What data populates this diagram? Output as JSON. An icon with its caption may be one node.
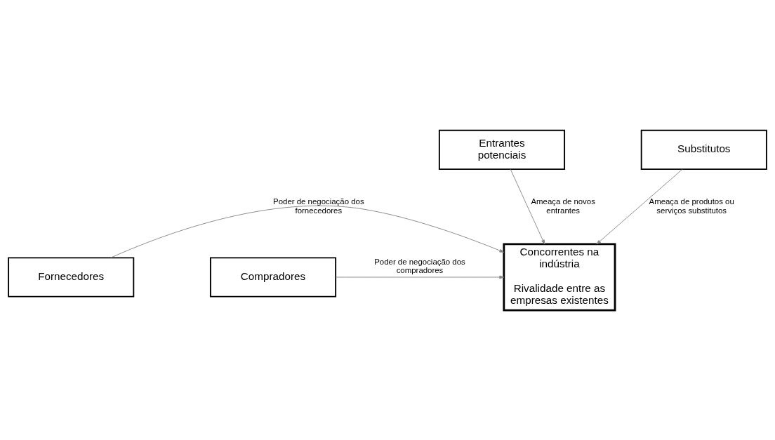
{
  "diagram": {
    "nodes": [
      {
        "text": [
          "Entrantes potenciais"
        ]
      },
      {
        "text": [
          "Concorrentes na indústria",
          "Rivalidade entre as empresas existentes"
        ]
      },
      {
        "text": [
          "Fornecedores"
        ]
      },
      {
        "text": [
          "Compradores"
        ]
      },
      {
        "text": [
          "Substitutos"
        ]
      }
    ],
    "edges": [
      {
        "from": 0,
        "to": 1,
        "arrow": "to",
        "label": "Ameaça de novos entrantes"
      },
      {
        "from": 2,
        "to": 1,
        "arrow": "to",
        "label": "Poder de negociação dos fornecedores"
      },
      {
        "from": 3,
        "to": 1,
        "arrow": "to",
        "label": "Poder de negociação dos compradores"
      },
      {
        "from": 4,
        "to": 1,
        "arrow": "to",
        "label": "Ameaça de produtos ou serviços substitutos"
      }
    ]
  }
}
